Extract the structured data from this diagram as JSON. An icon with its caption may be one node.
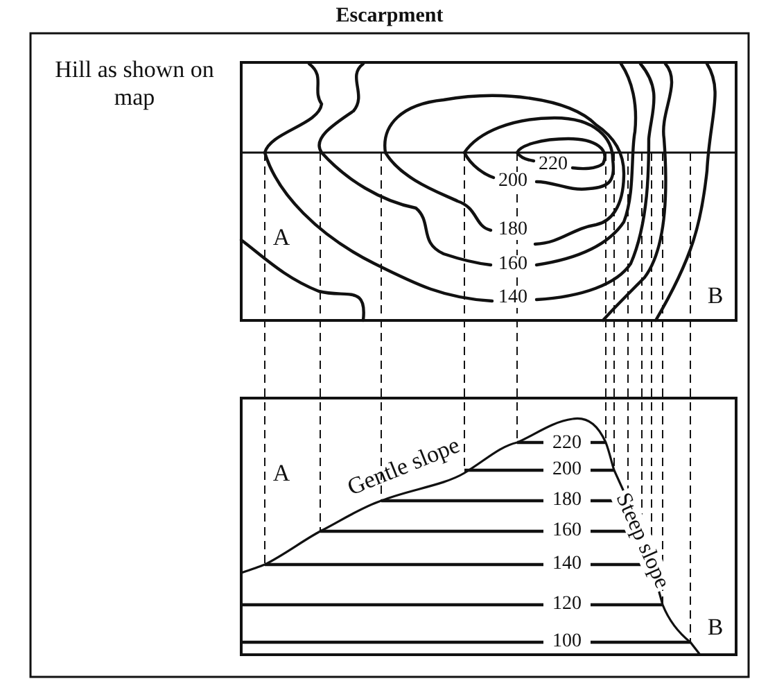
{
  "diagram": {
    "title": "Escarpment",
    "labels": [
      "Hill as shown on map",
      "220",
      "200",
      "180",
      "160",
      "140",
      "A",
      "B",
      "A",
      "Gentle slope",
      "220",
      "200",
      "180",
      "160",
      "140",
      "120",
      "100",
      "Steep slope",
      "B"
    ]
  }
}
